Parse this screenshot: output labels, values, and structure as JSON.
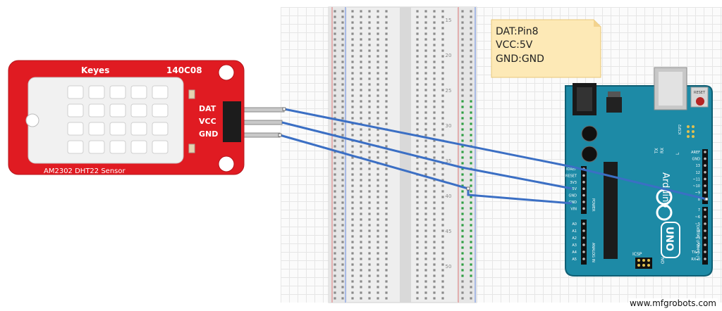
{
  "sensor": {
    "brand": "Keyes",
    "code": "140C08",
    "name": "AM2302 DHT22 Sensor",
    "pins": [
      "DAT",
      "VCC",
      "GND"
    ]
  },
  "note": {
    "lines": [
      "DAT:Pin8",
      "VCC:5V",
      "GND:GND"
    ]
  },
  "breadboard": {
    "row_numbers": [
      "15",
      "20",
      "25",
      "30",
      "35",
      "40",
      "45",
      "50"
    ]
  },
  "arduino": {
    "name": "Arduino",
    "model": "UNO",
    "reset_label": "RESET",
    "icsp_label": "ICSP",
    "icsp2_label": "ICSP2",
    "on_label": "ON",
    "power_label": "POWER",
    "analog_label": "ANALOG IN",
    "digital_label": "DIGITAL (PWM=~)",
    "tx_label": "TX",
    "rx_label": "RX",
    "l_label": "L",
    "power_pins": [
      "IOREF",
      "RESET",
      "3V3",
      "5V",
      "GND",
      "GND",
      "VIN"
    ],
    "analog_pins": [
      "A0",
      "A1",
      "A2",
      "A3",
      "A4",
      "A5"
    ],
    "digital_top": [
      "AREF",
      "GND",
      "13",
      "12",
      "~11",
      "~10",
      "~9",
      "8"
    ],
    "digital_bottom": [
      "7",
      "~6",
      "~5",
      "4",
      "~3",
      "2",
      "TX▸1",
      "RX◂0"
    ]
  },
  "colors": {
    "sensor_board": "#e01b22",
    "wire": "#3b6fc4",
    "arduino_board": "#1d8aa6",
    "note": "#fde9b6",
    "breadboard": "#eeeeee"
  },
  "watermark": "www.mfgrobots.com"
}
